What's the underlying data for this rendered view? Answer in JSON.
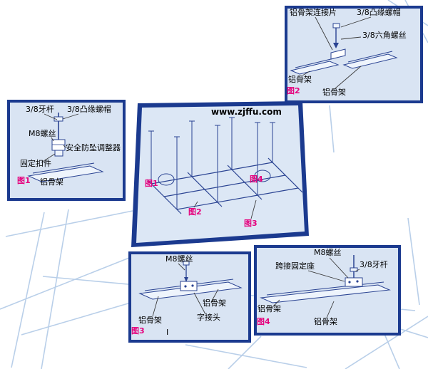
{
  "colors": {
    "panel_border": "#1b3a8f",
    "panel_fill": "#d9e4f3",
    "figure_label": "#e5007d",
    "wireframe": "#b9cfe9",
    "drawing_line": "#2a4392"
  },
  "center": {
    "watermark": "www.zjffu.com",
    "refs": {
      "fig1": "图1",
      "fig2": "图2",
      "fig3": "图3",
      "fig4": "图4"
    }
  },
  "fig1": {
    "tag": "图1",
    "labels": {
      "rod": "3/8牙杆",
      "flange_nut": "3/8凸缘螺帽",
      "m8_screw": "M8螺丝",
      "safety_adjuster": "安全防坠调整器",
      "fixing_clip": "固定扣件",
      "frame": "铝骨架"
    }
  },
  "fig2": {
    "tag": "图2",
    "labels": {
      "connector_plate": "铝骨架连接片",
      "flange_nut": "3/8凸缘螺帽",
      "hex_screw": "3/8六角螺丝",
      "frame_left": "铝骨架",
      "frame_right": "铝骨架"
    }
  },
  "fig3": {
    "tag": "图3",
    "labels": {
      "m8_screw": "M8螺丝",
      "frame_right": "铝骨架",
      "connector": "字接头",
      "connector_prefix": "I",
      "frame_left": "铝骨架"
    }
  },
  "fig4": {
    "tag": "图4",
    "labels": {
      "m8_screw": "M8螺丝",
      "bridge_seat": "跨接固定座",
      "rod": "3/8牙杆",
      "frame_left": "铝骨架",
      "frame_bottom": "铝骨架"
    }
  }
}
